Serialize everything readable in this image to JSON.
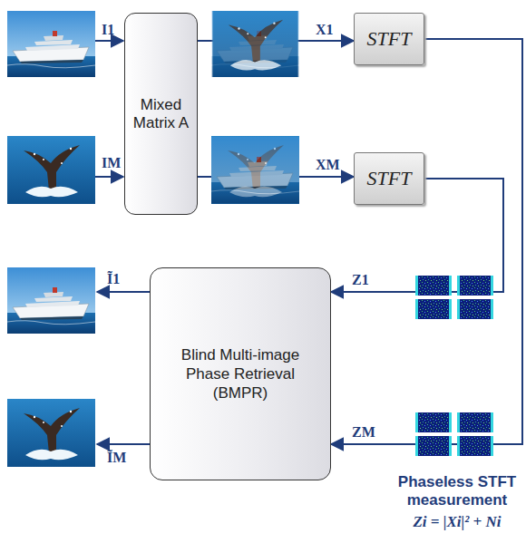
{
  "diagram": {
    "nodes": [
      {
        "text": [
          "Mixed Matrix A"
        ]
      },
      {
        "text": [
          "STFT"
        ]
      },
      {
        "text": [
          "STFT"
        ]
      },
      {
        "text": [
          "Blind Multi-image Phase Retrieval (BMPR)"
        ]
      }
    ],
    "edges": [
      {
        "from": 0,
        "to": 1,
        "arrow": "to",
        "label": "X1"
      },
      {
        "from": 0,
        "to": 2,
        "arrow": "to",
        "label": "XM"
      },
      {
        "from": 2,
        "to": 3,
        "arrow": "to",
        "label": "Z1"
      },
      {
        "from": 1,
        "to": 3,
        "arrow": "to",
        "label": "ZM"
      }
    ],
    "labels": [
      "I1",
      "IM",
      "Ĩ1",
      "ĨM",
      "Phaseless STFT measurement",
      "Zi = |Xi|² + Ni"
    ]
  }
}
